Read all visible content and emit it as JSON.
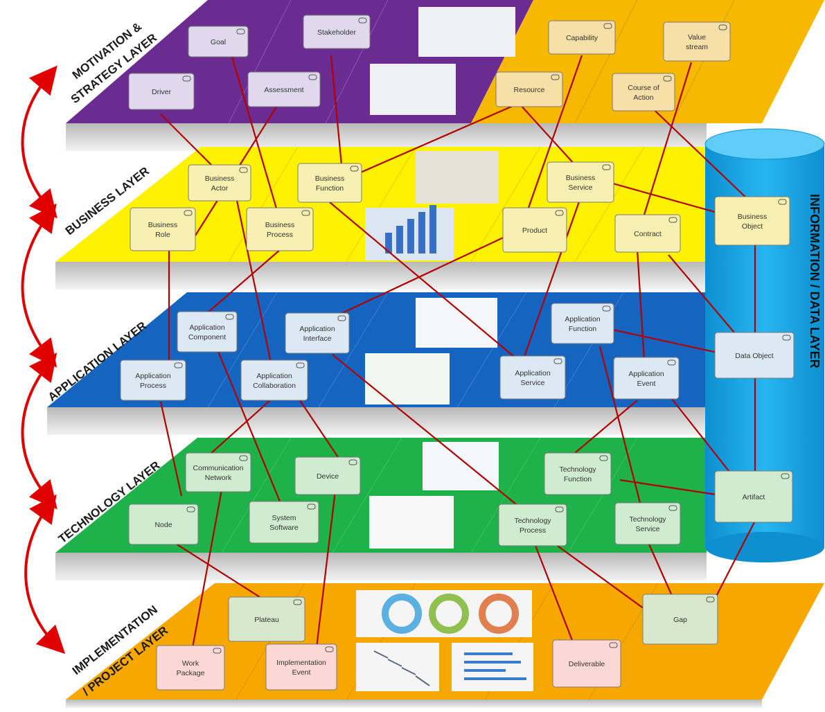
{
  "layers": {
    "motivation": {
      "label1": "MOTIVATION &",
      "label2": "STRATEGY LAYER"
    },
    "business": {
      "label1": "BUSINESS LAYER"
    },
    "application": {
      "label1": "APPLICATION LAYER"
    },
    "technology": {
      "label1": "TECHNOLOGY LAYER"
    },
    "implementation": {
      "label1": "IMPLEMENTATION",
      "label2": "/ PROJECT LAYER"
    }
  },
  "data_layer": {
    "label": "INFORMATION / DATA LAYER"
  },
  "elements": {
    "goal": "Goal",
    "stakeholder": "Stakeholder",
    "driver": "Driver",
    "assessment": "Assessment",
    "capability": "Capability",
    "value_stream_1": "Value",
    "value_stream_2": "stream",
    "resource": "Resource",
    "course_1": "Course of",
    "course_2": "Action",
    "business_actor_1": "Business",
    "business_actor_2": "Actor",
    "business_function_1": "Business",
    "business_function_2": "Function",
    "business_service_1": "Business",
    "business_service_2": "Service",
    "business_role_1": "Business",
    "business_role_2": "Role",
    "business_process_1": "Business",
    "business_process_2": "Process",
    "product": "Product",
    "contract": "Contract",
    "business_object_1": "Business",
    "business_object_2": "Object",
    "app_component_1": "Application",
    "app_component_2": "Component",
    "app_interface_1": "Application",
    "app_interface_2": "Interface",
    "app_function_1": "Application",
    "app_function_2": "Function",
    "app_process_1": "Application",
    "app_process_2": "Process",
    "app_collab_1": "Application",
    "app_collab_2": "Collaboration",
    "app_service_1": "Application",
    "app_service_2": "Service",
    "app_event_1": "Application",
    "app_event_2": "Event",
    "data_object": "Data Object",
    "comm_network_1": "Communication",
    "comm_network_2": "Network",
    "device": "Device",
    "tech_function_1": "Technology",
    "tech_function_2": "Function",
    "node": "Node",
    "system_software_1": "System",
    "system_software_2": "Software",
    "tech_process_1": "Technology",
    "tech_process_2": "Process",
    "tech_service_1": "Technology",
    "tech_service_2": "Service",
    "artifact": "Artifact",
    "plateau": "Plateau",
    "gap": "Gap",
    "work_package_1": "Work",
    "work_package_2": "Package",
    "impl_event_1": "Implementation",
    "impl_event_2": "Event",
    "deliverable": "Deliverable"
  },
  "colors": {
    "motivation": "#6a2c91",
    "strategy": "#f5b800",
    "business": "#ffef00",
    "application": "#1565c0",
    "technology": "#1fb24a",
    "implementation": "#f7a800",
    "data": "#1aa8e8",
    "connector": "#b00000",
    "arrow": "#e00000"
  }
}
